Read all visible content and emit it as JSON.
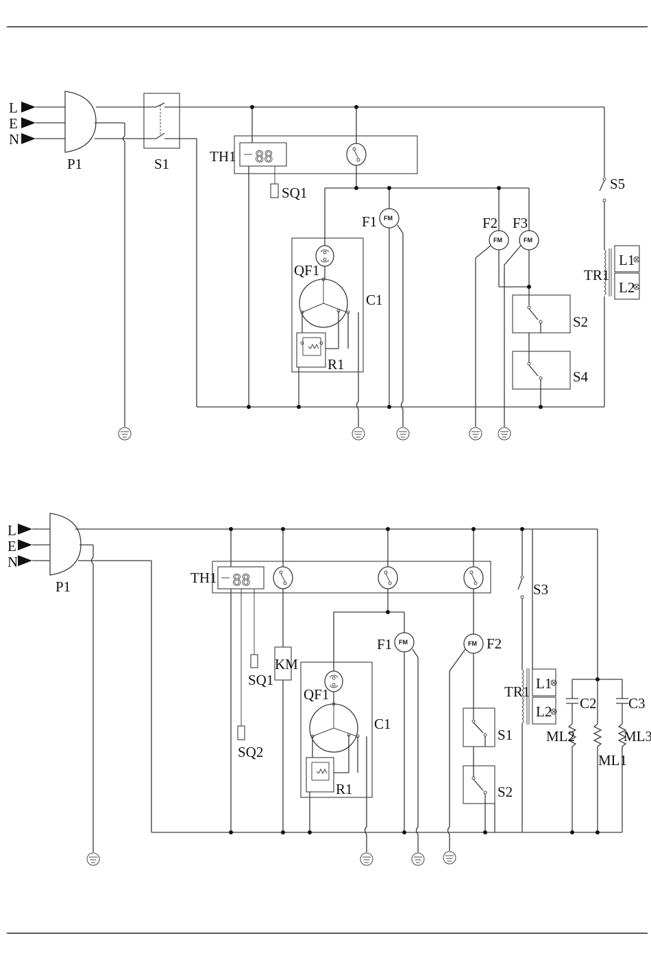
{
  "diagram_top": {
    "inputs": [
      "L",
      "E",
      "N"
    ],
    "labels": {
      "plug": "P1",
      "main_switch": "S1",
      "thermostat": "TH1",
      "sensor": "SQ1",
      "fan1": "F1",
      "fan2": "F2",
      "fan3": "F3",
      "compressor_protector": "QF1",
      "compressor": "C1",
      "relay": "R1",
      "door_switch_1": "S2",
      "door_switch_2": "S4",
      "light_switch": "S5",
      "transformer": "TR1",
      "lamp1": "L1",
      "lamp2": "L2",
      "fan_motor_text": "FM"
    }
  },
  "diagram_bottom": {
    "inputs": [
      "L",
      "E",
      "N"
    ],
    "labels": {
      "plug": "P1",
      "thermostat": "TH1",
      "sensor1": "SQ1",
      "sensor2": "SQ2",
      "contactor": "KM",
      "fan1": "F1",
      "fan2": "F2",
      "compressor_protector": "QF1",
      "compressor": "C1",
      "relay": "R1",
      "door_switch_1": "S1",
      "door_switch_2": "S2",
      "light_switch": "S3",
      "transformer": "TR1",
      "lamp1": "L1",
      "lamp2": "L2",
      "cap2": "C2",
      "cap3": "C3",
      "heater2": "ML2",
      "heater1": "ML1",
      "heater3": "ML3",
      "fan_motor_text": "FM"
    }
  }
}
